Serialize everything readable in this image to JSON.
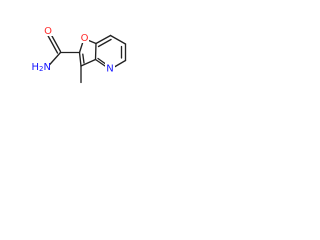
{
  "molecule": {
    "atoms": {
      "oxygen_ring": {
        "symbol": "O",
        "color": "#ff2b2b"
      },
      "oxygen_carbonyl": {
        "symbol": "O",
        "color": "#ff2b2b"
      },
      "nitrogen_pyridine": {
        "symbol": "N",
        "color": "#1515ff"
      },
      "amide_group": {
        "symbol": "H",
        "subscript": "2",
        "suffix": "N",
        "color": "#1515ff"
      }
    }
  }
}
